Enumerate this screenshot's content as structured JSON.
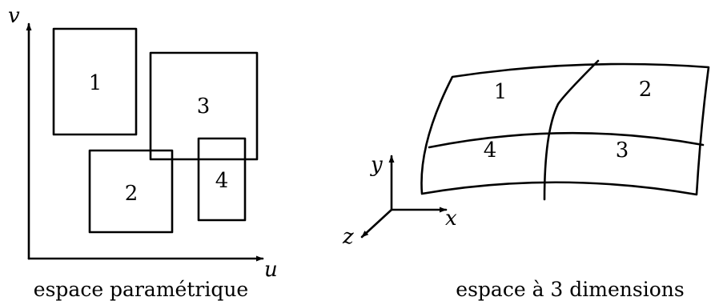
{
  "parametric_space": {
    "caption": "espace paramétrique",
    "axis_u": "u",
    "axis_v": "v",
    "patches": [
      {
        "label": "1"
      },
      {
        "label": "2"
      },
      {
        "label": "3"
      },
      {
        "label": "4"
      }
    ]
  },
  "space_3d": {
    "caption": "espace à 3 dimensions",
    "axis_x": "x",
    "axis_y": "y",
    "axis_z": "z",
    "patches": [
      {
        "label": "1"
      },
      {
        "label": "2"
      },
      {
        "label": "3"
      },
      {
        "label": "4"
      }
    ]
  }
}
